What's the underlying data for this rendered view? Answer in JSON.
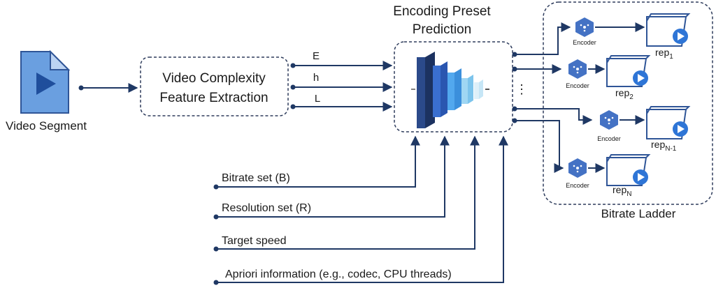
{
  "video_segment": {
    "label": "Video Segment"
  },
  "feature_extraction": {
    "line1": "Video Complexity",
    "line2": "Feature Extraction"
  },
  "features": {
    "e": "E",
    "h": "h",
    "l": "L"
  },
  "prediction": {
    "title_line1": "Encoding Preset",
    "title_line2": "Prediction"
  },
  "inputs": {
    "bitrate_set": "Bitrate set (B)",
    "resolution_set": "Resolution set (R)",
    "target_speed": "Target speed",
    "apriori": "Apriori information (e.g., codec, CPU threads)"
  },
  "ellipsis": "⋮",
  "ladder": {
    "title": "Bitrate Ladder",
    "encoder_label": "Encoder",
    "reps": [
      {
        "base": "rep",
        "sub": "1"
      },
      {
        "base": "rep",
        "sub": "2"
      },
      {
        "base": "rep",
        "sub": "N-1"
      },
      {
        "base": "rep",
        "sub": "N"
      }
    ]
  },
  "colors": {
    "line": "#1f3864",
    "dash_border": "#2e3c5c",
    "icon_blue": "#4472c4",
    "play": "#2e75d6",
    "nn_dark": "#1f3a6e",
    "nn_mid": "#2f63c7",
    "nn_light": "#4ba0ec",
    "nn_pale": "#9fd6f3"
  }
}
